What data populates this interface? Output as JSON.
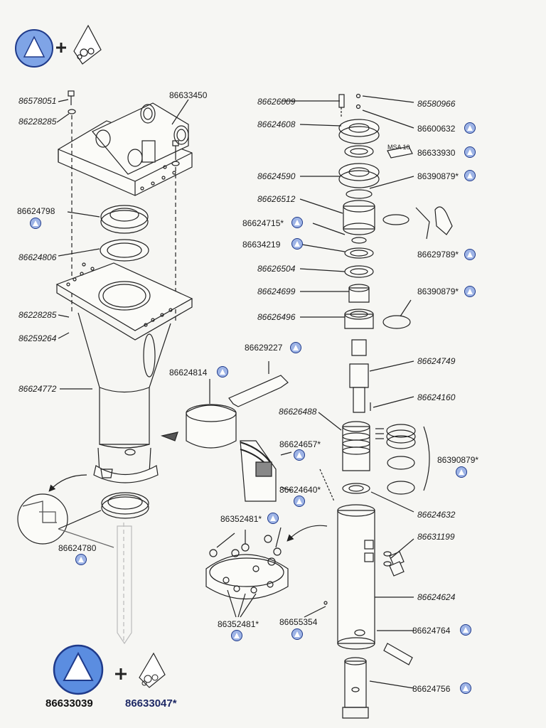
{
  "labels": {
    "p86578051": "86578051",
    "p86228285a": "86228285",
    "p86633450": "86633450",
    "p86624798": "86624798",
    "p86624806": "86624806",
    "p86228285b": "86228285",
    "p86259264": "86259264",
    "p86624772": "86624772",
    "p86624780": "86624780",
    "p86626009": "86626009",
    "p86580966": "86580966",
    "p86624608": "86624608",
    "p86600632": "86600632",
    "p86633930": "86633930",
    "p86624590": "86624590",
    "p86390879a": "86390879*",
    "p86626512": "86626512",
    "p86624715": "86624715*",
    "p86634219": "86634219",
    "p86626504": "86626504",
    "p86629789": "86629789*",
    "p86624699": "86624699",
    "p86390879b": "86390879*",
    "p86626496": "86626496",
    "p86629227": "86629227",
    "p86624814": "86624814",
    "p86624749": "86624749",
    "p86624160": "86624160",
    "p86626488": "86626488",
    "p86624657": "86624657*",
    "p86390879c": "86390879*",
    "p86624640": "86624640*",
    "p86624632": "86624632",
    "p86352481a": "86352481*",
    "p86631199": "86631199",
    "p86624624": "86624624",
    "p86352481b": "86352481*",
    "p86655354": "86655354",
    "p86624764": "86624764",
    "p86624756": "86624756",
    "msa": "MSA 10"
  },
  "kits": {
    "main_kit": "86633039",
    "seal_kit": "86633047*"
  },
  "colors": {
    "badge_fill": "#9eb4e6",
    "badge_border": "#1f3a8a",
    "kit_label": "#1f2a66"
  }
}
